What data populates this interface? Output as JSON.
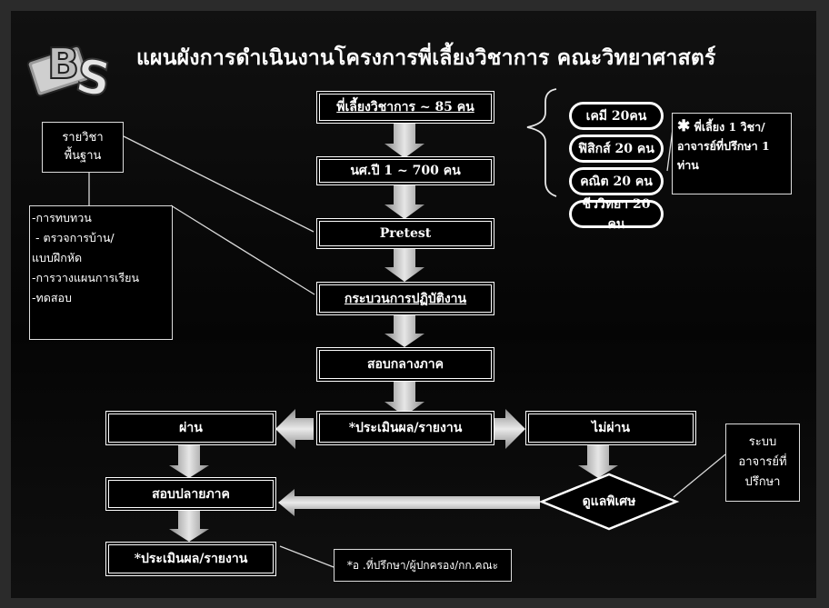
{
  "title": "แผนผังการดำเนินงานโครงการพี่เลี้ยงวิชาการ  คณะวิทยาศาสตร์",
  "logo": {
    "text": "BS",
    "icon": "bs-logo"
  },
  "flow": {
    "mentors": "พี่เลี้ยงวิชาการ ~ 85 คน",
    "students": "นศ.ปี 1 ~ 700 คน",
    "pretest": "Pretest",
    "process": "กระบวนการปฏิบัติงาน",
    "midterm": "สอบกลางภาค",
    "evaluate": "*ประเมินผล/รายงาน",
    "pass": "ผ่าน",
    "fail": "ไม่ผ่าน",
    "special_care": "ดูแลพิเศษ",
    "final_exam": "สอบปลายภาค",
    "final_evaluate": "*ประเมินผล/รายงาน"
  },
  "subjects": [
    "เคมี 20คน",
    "ฟิสิกส์ 20 คน",
    "คณิต  20 คน",
    "ชีววิทยา 20 คน"
  ],
  "mentor_note": {
    "star": "✱",
    "text": "พี่เลี้ยง 1 วิชา/ อาจารย์ที่ปรึกษา 1 ท่าน"
  },
  "basic_subject": {
    "line1": "รายวิชา",
    "line2": "พื้นฐาน"
  },
  "activities": [
    "-การทบทวน",
    " - ตรวจการบ้าน/",
    "แบบฝึกหัด",
    "-การวางแผนการเรียน",
    "-ทดสอบ"
  ],
  "advisor_system": {
    "line1": "ระบบ",
    "line2": "อาจารย์ที่",
    "line3": "ปรึกษา"
  },
  "report_note": "*อ .ที่ปรึกษา/ผู้ปกครอง/กก.คณะ"
}
